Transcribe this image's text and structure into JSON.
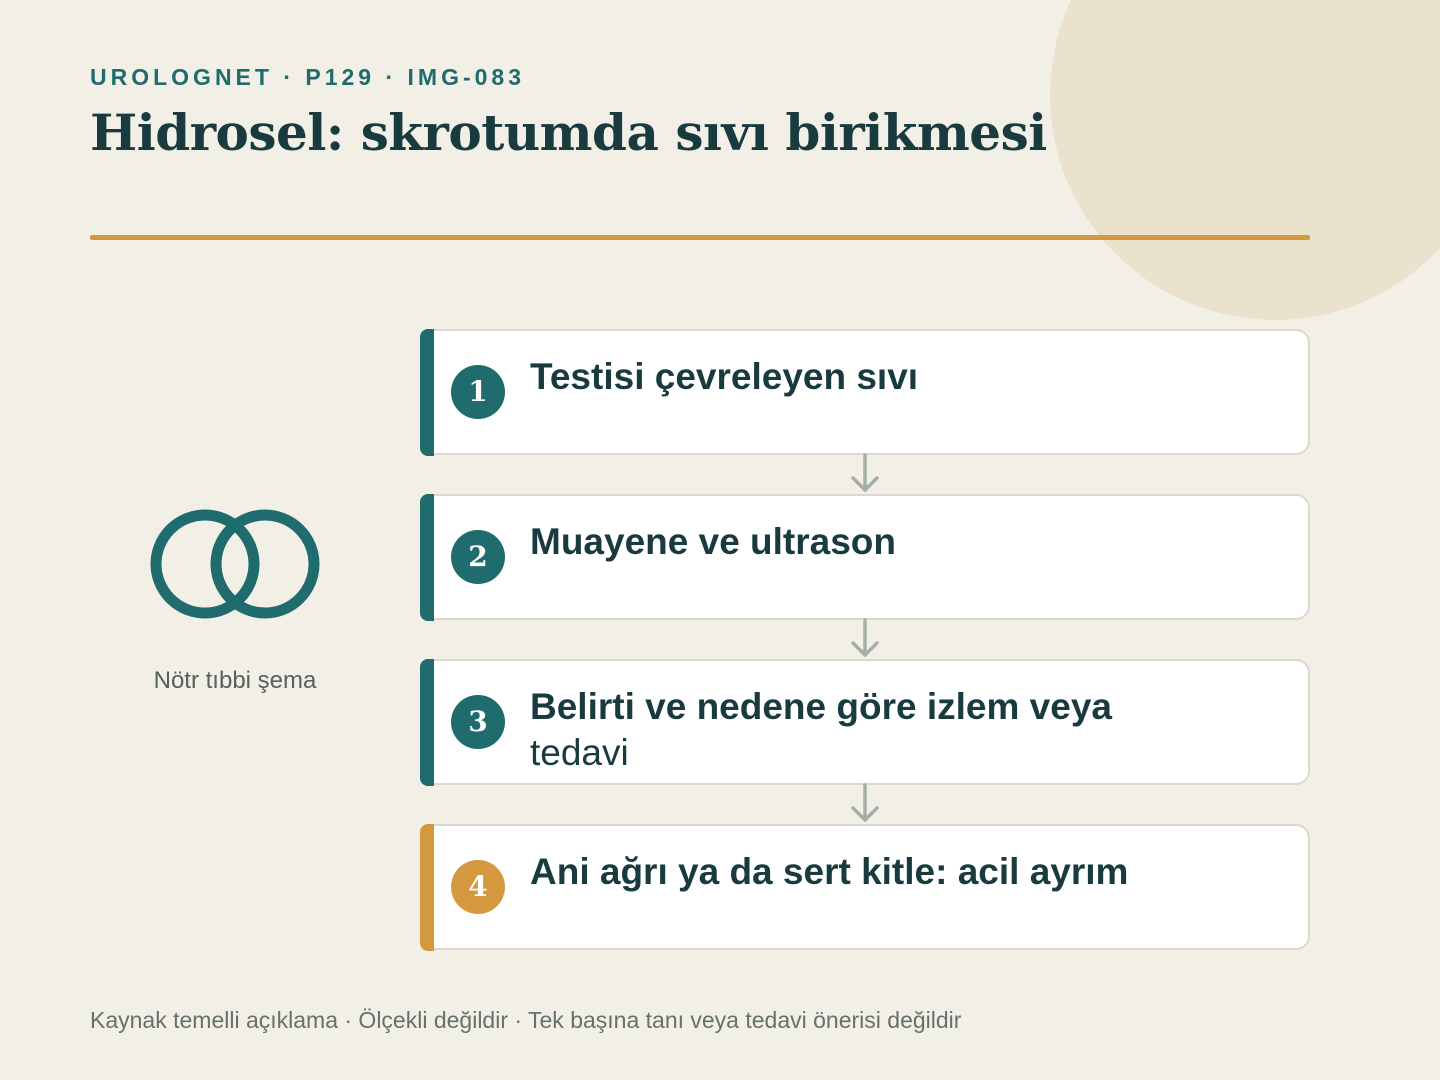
{
  "header": {
    "eyebrow": "UROLOGNET · P129 · IMG-083",
    "title": "Hidrosel: skrotumda sıvı birikmesi"
  },
  "illustration": {
    "icon": "overlapping-rings-icon",
    "caption": "Nötr tıbbi şema"
  },
  "steps": [
    {
      "number": "1",
      "title": "Testisi çevreleyen sıvı",
      "title_cont": ""
    },
    {
      "number": "2",
      "title": "Muayene ve ultrason",
      "title_cont": ""
    },
    {
      "number": "3",
      "title": "Belirti ve nedene göre izlem veya",
      "title_cont": "tedavi"
    },
    {
      "number": "4",
      "title": "Ani ağrı ya da sert kitle: acil ayrım",
      "title_cont": ""
    }
  ],
  "footer": "Kaynak temelli açıklama · Ölçekli değildir · Tek başına tanı veya tedavi önerisi değildir",
  "colors": {
    "background": "#f2efe7",
    "accent_teal": "#1f6b6e",
    "accent_gold": "#d4993f",
    "title_text": "#193b3f",
    "decor_circle": "#ebe2cd"
  }
}
